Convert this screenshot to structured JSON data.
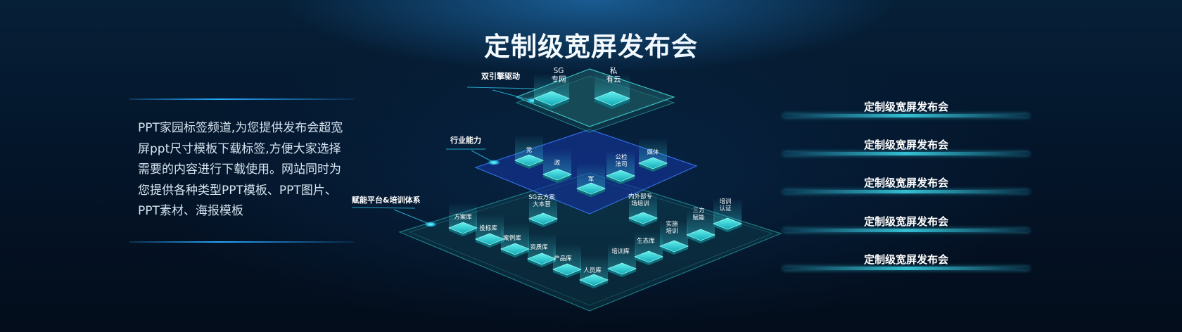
{
  "title": "定制级宽屏发布会",
  "intro_text": "PPT家园标签频道,为您提供发布会超宽屏ppt尺寸模板下载标签,方便大家选择需要的内容进行下载使用。网站同时为您提供各种类型PPT模板、PPT图片、PPT素材、海报模板",
  "colors": {
    "accent": "#27a8ff",
    "tile": "#1fc9c9",
    "right_bar": "#3cdcf0"
  },
  "layers": [
    {
      "name": "双引擎驱动",
      "nodes": [
        "SG\n专网",
        "私\n有云"
      ]
    },
    {
      "name": "行业能力",
      "nodes": [
        "党",
        "政",
        "军",
        "公检\n法司",
        "媒体"
      ]
    },
    {
      "name": "赋能平台&培训体系",
      "nodes": [
        "方案库",
        "投标库",
        "案例库",
        "资质库",
        "产品库",
        "人员库",
        "培训库",
        "生态库",
        "实施\n培训",
        "三方\n赋能",
        "培训\n认证",
        "SG云方案\n大本营",
        "内外部专\n场培训"
      ]
    }
  ],
  "right_items": [
    {
      "label": "定制级宽屏发布会"
    },
    {
      "label": "定制级宽屏发布会"
    },
    {
      "label": "定制级宽屏发布会"
    },
    {
      "label": "定制级宽屏发布会"
    },
    {
      "label": "定制级宽屏发布会"
    }
  ]
}
